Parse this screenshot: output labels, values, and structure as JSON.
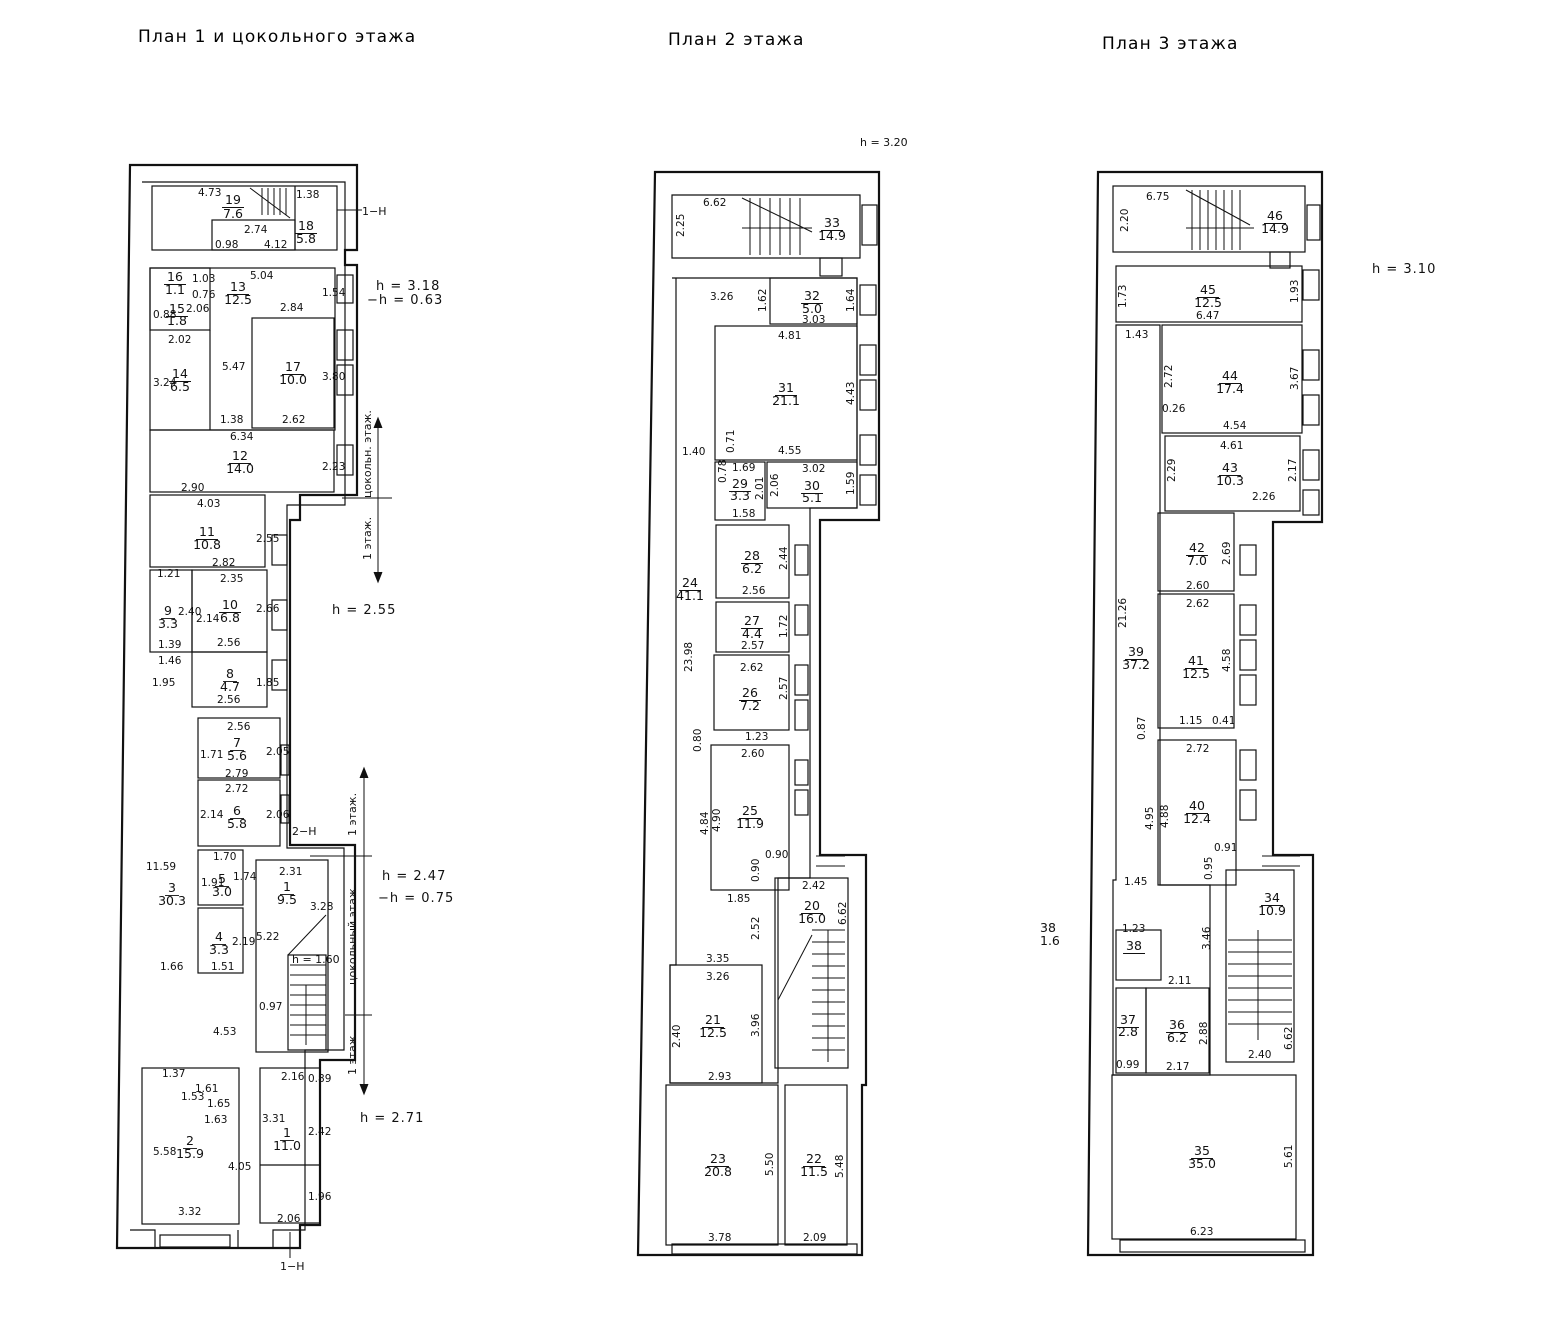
{
  "titles": {
    "plan1": "План 1 и цокольного этажа",
    "plan2": "План 2 этажа",
    "plan3": "План 3 этажа"
  },
  "heights": {
    "plan2": "h = 3.20",
    "plan3": "h = 3.10",
    "p1_a": "h = 3.18",
    "p1_a_neg": "−h = 0.63",
    "p1_b": "h = 2.55",
    "p1_c": "h = 2.47",
    "p1_c_neg": "−h = 0.75",
    "p1_d": "h = 2.71"
  },
  "markers": {
    "m1": "1−Н",
    "m2": "2−Н",
    "m3": "1−Н",
    "socle1": "цокольн. этаж.",
    "floor1a": "1 этаж.",
    "floor1b": "1 этаж.",
    "socle2": "цокольный этаж.",
    "floor1c": "1 этаж.",
    "stair_note": "h = 1.60",
    "stray": "38",
    "stray_area": "1.6"
  },
  "plan1_rooms": [
    {
      "n": "19",
      "a": "7.6"
    },
    {
      "n": "18",
      "a": "5.8"
    },
    {
      "n": "16",
      "a": "1.1"
    },
    {
      "n": "13",
      "a": "12.5"
    },
    {
      "n": "15",
      "a": "1.8"
    },
    {
      "n": "14",
      "a": "6.5"
    },
    {
      "n": "17",
      "a": "10.0"
    },
    {
      "n": "12",
      "a": "14.0"
    },
    {
      "n": "11",
      "a": "10.8"
    },
    {
      "n": "9",
      "a": "3.3"
    },
    {
      "n": "10",
      "a": "6.8"
    },
    {
      "n": "8",
      "a": "4.7"
    },
    {
      "n": "7",
      "a": "5.6"
    },
    {
      "n": "6",
      "a": "5.8"
    },
    {
      "n": "5",
      "a": "3.0"
    },
    {
      "n": "4",
      "a": "3.3"
    },
    {
      "n": "3",
      "a": "30.3"
    },
    {
      "n": "1",
      "a": "9.5"
    },
    {
      "n": "2",
      "a": "15.9"
    },
    {
      "n": "1",
      "a": "11.0"
    }
  ],
  "plan2_rooms": [
    {
      "n": "33",
      "a": "14.9"
    },
    {
      "n": "32",
      "a": "5.0"
    },
    {
      "n": "31",
      "a": "21.1"
    },
    {
      "n": "29",
      "a": "3.3"
    },
    {
      "n": "30",
      "a": "5.1"
    },
    {
      "n": "28",
      "a": "6.2"
    },
    {
      "n": "24",
      "a": "41.1"
    },
    {
      "n": "27",
      "a": "4.4"
    },
    {
      "n": "26",
      "a": "7.2"
    },
    {
      "n": "25",
      "a": "11.9"
    },
    {
      "n": "20",
      "a": "16.0"
    },
    {
      "n": "21",
      "a": "12.5"
    },
    {
      "n": "23",
      "a": "20.8"
    },
    {
      "n": "22",
      "a": "11.5"
    }
  ],
  "plan3_rooms": [
    {
      "n": "46",
      "a": "14.9"
    },
    {
      "n": "45",
      "a": "12.5"
    },
    {
      "n": "44",
      "a": "17.4"
    },
    {
      "n": "43",
      "a": "10.3"
    },
    {
      "n": "42",
      "a": "7.0"
    },
    {
      "n": "39",
      "a": "37.2"
    },
    {
      "n": "41",
      "a": "12.5"
    },
    {
      "n": "40",
      "a": "12.4"
    },
    {
      "n": "34",
      "a": "10.9"
    },
    {
      "n": "38",
      "a": ""
    },
    {
      "n": "37",
      "a": "2.8"
    },
    {
      "n": "36",
      "a": "6.2"
    },
    {
      "n": "35",
      "a": "35.0"
    }
  ],
  "plan1_dims": [
    "4.73",
    "1.38",
    "2.74",
    "0.98",
    "4.12",
    "5.04",
    "1.54",
    "1.03",
    "0.76",
    "2.06",
    "0.88",
    "2.84",
    "2.02",
    "5.47",
    "3.80",
    "3.24",
    "1.38",
    "2.62",
    "6.34",
    "2.23",
    "2.90",
    "4.03",
    "2.55",
    "2.82",
    "1.21",
    "2.35",
    "2.40",
    "2.14",
    "2.66",
    "1.39",
    "2.56",
    "1.46",
    "1.95",
    "1.85",
    "2.56",
    "2.56",
    "1.71",
    "2.05",
    "2.79",
    "2.72",
    "2.14",
    "2.06",
    "1.70",
    "2.31",
    "1.91",
    "1.74",
    "3.28",
    "11.59",
    "5.22",
    "2.19",
    "1.51",
    "1.66",
    "0.97",
    "4.53",
    "1.37",
    "1.53",
    "1.61",
    "2.16",
    "0.89",
    "1.65",
    "1.63",
    "3.31",
    "2.42",
    "5.58",
    "4.05",
    "1.96",
    "3.32",
    "2.06"
  ],
  "plan2_dims": [
    "6.62",
    "2.25",
    "3.26",
    "1.62",
    "1.64",
    "3.03",
    "4.81",
    "4.43",
    "0.71",
    "4.55",
    "1.40",
    "0.78",
    "1.69",
    "3.02",
    "2.01",
    "2.06",
    "1.59",
    "1.58",
    "2.44",
    "2.56",
    "1.72",
    "2.57",
    "2.62",
    "2.57",
    "23.98",
    "1.23",
    "0.80",
    "2.60",
    "4.90",
    "4.84",
    "0.90",
    "2.42",
    "0.90",
    "1.85",
    "2.52",
    "6.62",
    "3.35",
    "3.26",
    "3.96",
    "2.40",
    "2.93",
    "5.50",
    "5.48",
    "3.78",
    "2.09"
  ],
  "plan3_dims": [
    "6.75",
    "2.20",
    "1.73",
    "1.93",
    "6.47",
    "1.43",
    "2.72",
    "3.67",
    "0.26",
    "4.54",
    "4.61",
    "2.29",
    "2.17",
    "2.26",
    "2.69",
    "2.60",
    "21.26",
    "2.62",
    "4.58",
    "1.15",
    "0.41",
    "0.87",
    "2.72",
    "4.95",
    "4.88",
    "0.91",
    "0.95",
    "1.45",
    "3.46",
    "1.23",
    "2.11",
    "2.88",
    "6.62",
    "2.40",
    "0.99",
    "2.17",
    "5.61",
    "6.23"
  ]
}
